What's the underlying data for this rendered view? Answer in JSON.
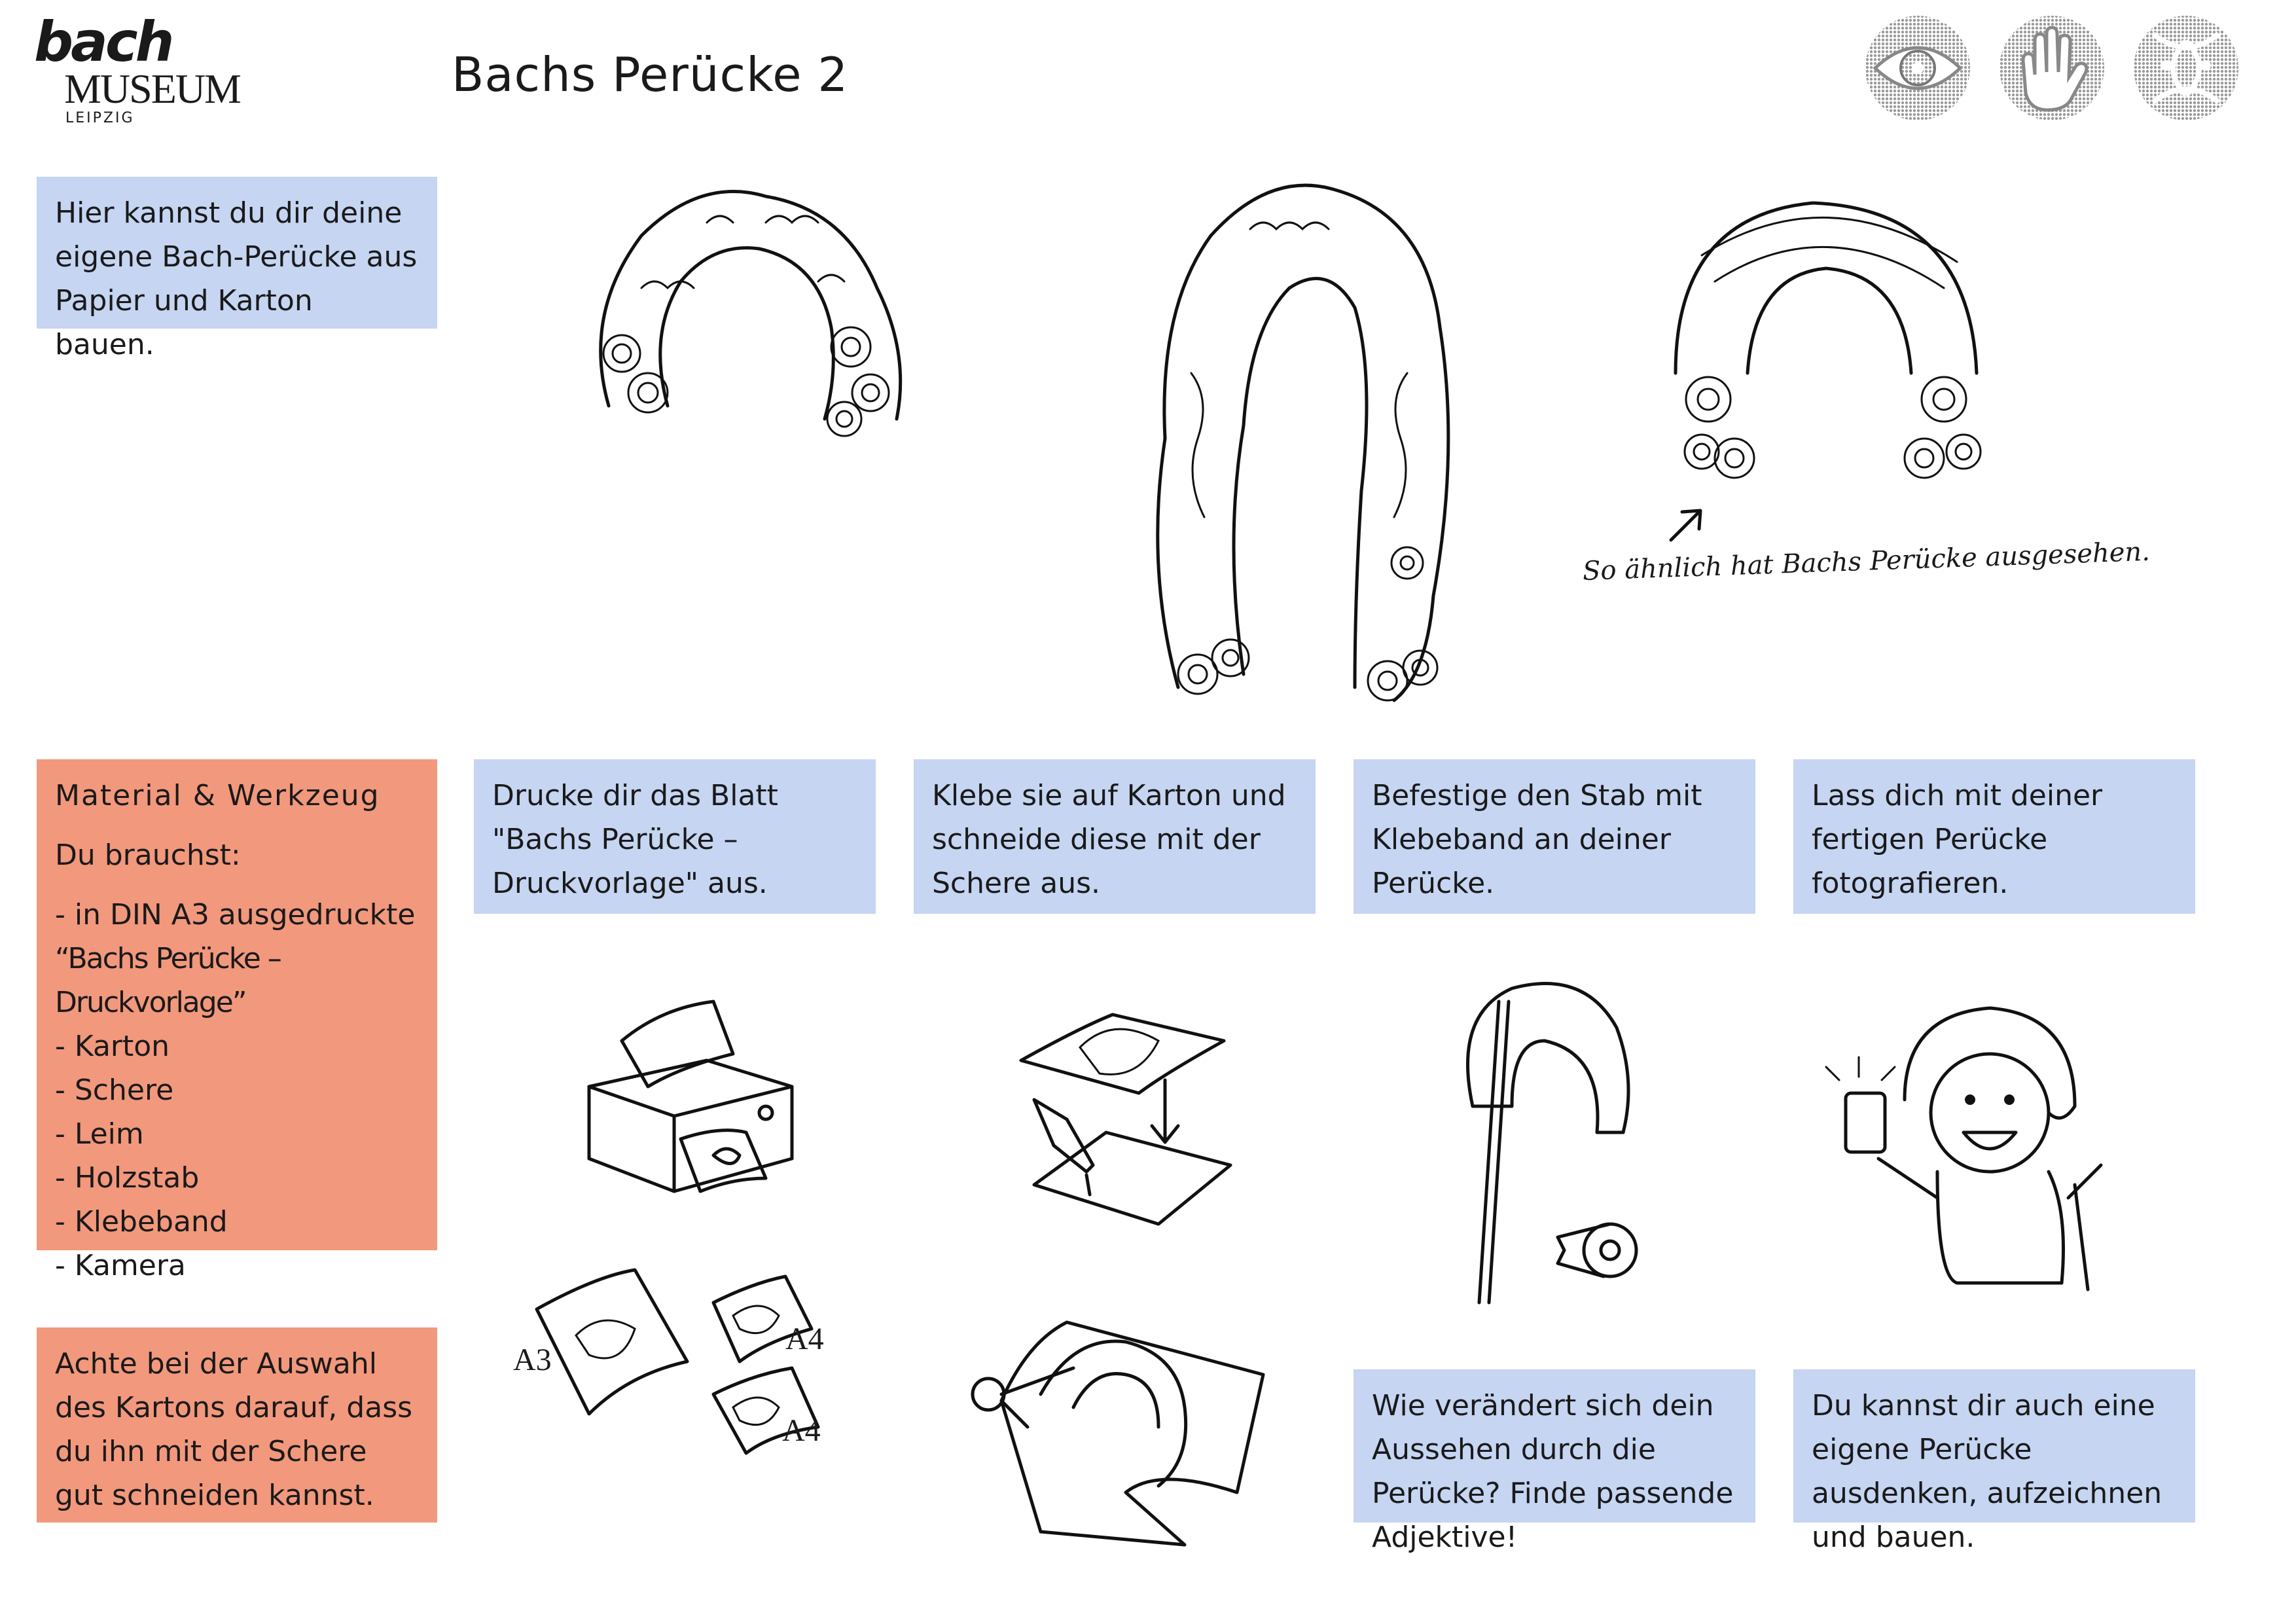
{
  "logo": {
    "brand": "bach",
    "institution": "MUSEUM",
    "city": "LEIPZIG"
  },
  "title": "Bachs Perücke 2",
  "sense_icons": [
    "eye-icon",
    "hand-icon",
    "theater-masks-icon"
  ],
  "intro": "Hier kannst du dir deine eigene Bach-Perücke aus Papier und Karton bauen.",
  "wig_caption": "So ähnlich hat Bachs Perücke ausgesehen.",
  "materials": {
    "heading": "Material & Werkzeug",
    "need": "Du brauchst:",
    "items": [
      "- in DIN A3 ausgedruckte",
      "“Bachs Perücke – Druckvorlage”",
      "- Karton",
      "- Schere",
      "- Leim",
      "- Holzstab",
      "- Klebeband",
      "- Kamera"
    ]
  },
  "note": "Achte bei der Auswahl des Kartons darauf, dass du ihn mit der Schere gut schneiden kannst.",
  "steps": [
    "Drucke dir das Blatt \"Bachs Perücke – Druckvorlage\" aus.",
    "Klebe sie auf Karton und schneide diese mit der Schere aus.",
    "Befestige den Stab mit Klebeband an deiner Perücke.",
    "Lass dich mit deiner fertigen Perücke fotografieren."
  ],
  "questions": [
    "Wie verändert sich dein Aussehen durch die Perücke? Finde passende Adjektive!",
    "Du kannst dir auch eine eigene Perücke ausdenken, aufzeichnen und bauen."
  ],
  "paper_labels": [
    "A3",
    "A4",
    "A4"
  ],
  "colors": {
    "blue_box": "#c5d5f2",
    "salmon_box": "#f2987c"
  }
}
